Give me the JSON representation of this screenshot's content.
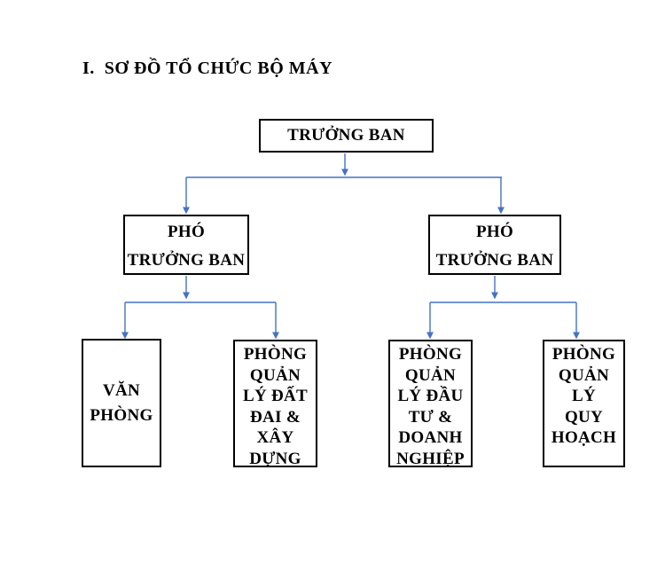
{
  "title": "I.  SƠ ĐỒ TỔ CHỨC BỘ MÁY",
  "colors": {
    "connector": "#4472C4",
    "box_border": "#000000",
    "text": "#000000",
    "background": "#FFFFFF"
  },
  "org_chart": {
    "root": {
      "label": "TRƯỞNG BAN"
    },
    "deputies": [
      {
        "lines": [
          "PHÓ",
          "TRƯỞNG BAN"
        ]
      },
      {
        "lines": [
          "PHÓ",
          "TRƯỞNG BAN"
        ]
      }
    ],
    "departments": [
      {
        "lines": [
          "VĂN",
          "PHÒNG"
        ]
      },
      {
        "lines": [
          "PHÒNG",
          "QUẢN",
          "LÝ ĐẤT",
          "ĐAI &",
          "XÂY",
          "DỰNG"
        ]
      },
      {
        "lines": [
          "PHÒNG",
          "QUẢN",
          "LÝ ĐẦU",
          "TƯ &",
          "DOANH",
          "NGHIỆP"
        ]
      },
      {
        "lines": [
          "PHÒNG",
          "QUẢN",
          "LÝ",
          "QUY",
          "HOẠCH"
        ]
      }
    ]
  }
}
